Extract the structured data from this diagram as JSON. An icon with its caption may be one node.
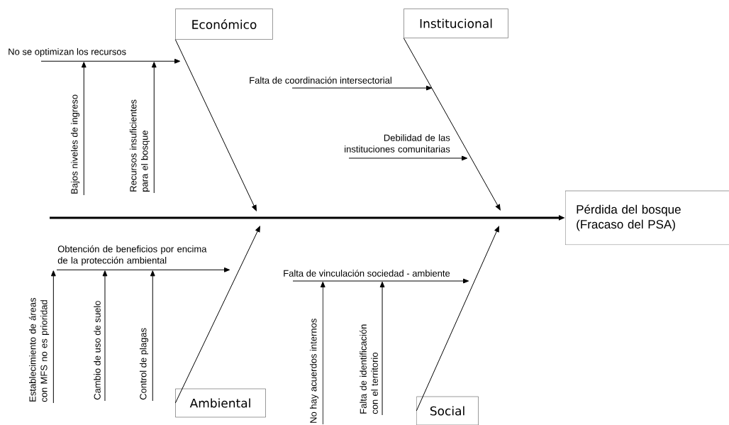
{
  "diagram": {
    "nodes": [
      {
        "text": [
          "Económico"
        ]
      },
      {
        "text": [
          "No se optimizan los recursos"
        ]
      },
      {
        "text": [
          "Bajos niveles de ingreso"
        ]
      },
      {
        "text": [
          "Recursos insuficientes para el bosque"
        ]
      },
      {
        "text": [
          "Institucional"
        ]
      },
      {
        "text": [
          "Falta de coordinación intersectorial"
        ]
      },
      {
        "text": [
          "Debilidad de las instituciones comunitarias"
        ]
      },
      {
        "text": [
          "Pérdida del bosque (Fracaso del PSA)"
        ]
      },
      {
        "text": [
          "Obtención de beneficios por encima de la protección ambiental"
        ]
      },
      {
        "text": [
          "Establecimiento de áreas con MFS no es prioridad"
        ]
      },
      {
        "text": [
          "Cambio de uso de suelo"
        ]
      },
      {
        "text": [
          "Control de plagas"
        ]
      },
      {
        "text": [
          "Ambiental"
        ]
      },
      {
        "text": [
          "Falta de vinculación sociedad - ambiente"
        ]
      },
      {
        "text": [
          "No hay acuerdos internos"
        ]
      },
      {
        "text": [
          "Falta de identificación con el territorio"
        ]
      },
      {
        "text": [
          "Social"
        ]
      }
    ],
    "edges": [
      {
        "from": 0,
        "to": null,
        "arrow": "to"
      },
      {
        "from": 4,
        "to": null,
        "arrow": "to"
      },
      {
        "from": 12,
        "to": null,
        "arrow": "to"
      },
      {
        "from": 16,
        "to": null,
        "arrow": "to"
      },
      {
        "from": null,
        "to": 7,
        "arrow": "to",
        "style": "thick"
      },
      {
        "from": 1,
        "to": null,
        "arrow": "to"
      },
      {
        "from": 2,
        "to": 1,
        "arrow": "to"
      },
      {
        "from": 3,
        "to": 1,
        "arrow": "to"
      },
      {
        "from": 5,
        "to": null,
        "arrow": "to"
      },
      {
        "from": 6,
        "to": null,
        "arrow": "to"
      },
      {
        "from": 8,
        "to": null,
        "arrow": "to"
      },
      {
        "from": 9,
        "to": 8,
        "arrow": "to"
      },
      {
        "from": 10,
        "to": 8,
        "arrow": "to"
      },
      {
        "from": 11,
        "to": 8,
        "arrow": "to"
      },
      {
        "from": 13,
        "to": null,
        "arrow": "to"
      },
      {
        "from": 14,
        "to": 13,
        "arrow": "to"
      },
      {
        "from": 15,
        "to": 13,
        "arrow": "to"
      }
    ]
  }
}
